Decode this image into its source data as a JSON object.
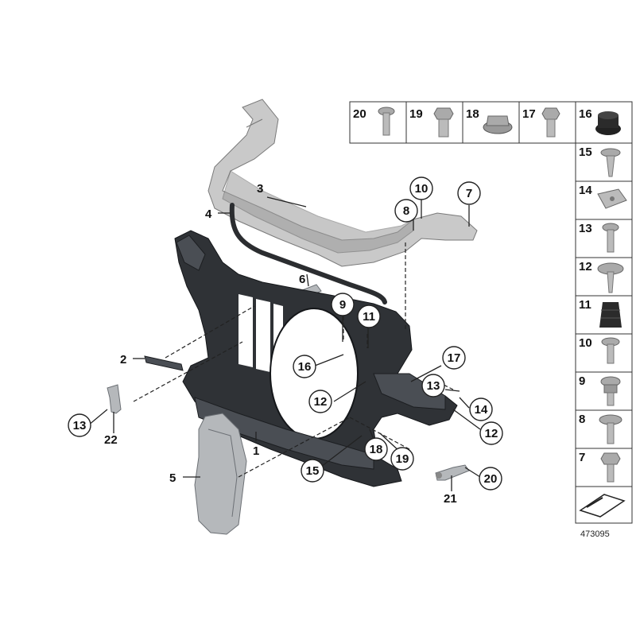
{
  "diagram_id": "473095",
  "main_labels": {
    "l1": "1",
    "l2": "2",
    "l3": "3",
    "l4": "4",
    "l5": "5",
    "l6": "6",
    "l7": "7",
    "l8": "8",
    "l9": "9",
    "l10": "10",
    "l11": "11",
    "l12a": "12",
    "l12b": "12",
    "l13a": "13",
    "l13b": "13",
    "l14": "14",
    "l15": "15",
    "l16": "16",
    "l17": "17",
    "l18": "18",
    "l19": "19",
    "l20": "20",
    "l21": "21",
    "l22": "22"
  },
  "top_row": [
    {
      "num": "20",
      "icon": "torx-screw-icon"
    },
    {
      "num": "19",
      "icon": "hex-bolt-icon"
    },
    {
      "num": "18",
      "icon": "flange-nut-icon"
    },
    {
      "num": "17",
      "icon": "hex-flange-bolt-icon"
    },
    {
      "num": "16",
      "icon": "rubber-grommet-icon"
    }
  ],
  "side_column": [
    {
      "num": "15",
      "icon": "self-tapping-screw-icon"
    },
    {
      "num": "14",
      "icon": "spring-nut-icon"
    },
    {
      "num": "13",
      "icon": "flat-head-screw-icon"
    },
    {
      "num": "12",
      "icon": "panhead-screw-icon"
    },
    {
      "num": "11",
      "icon": "rubber-buffer-icon"
    },
    {
      "num": "10",
      "icon": "expanding-rivet-icon"
    },
    {
      "num": "9",
      "icon": "collar-screw-icon"
    },
    {
      "num": "8",
      "icon": "washer-screw-icon"
    },
    {
      "num": "7",
      "icon": "hex-screw-icon"
    }
  ]
}
